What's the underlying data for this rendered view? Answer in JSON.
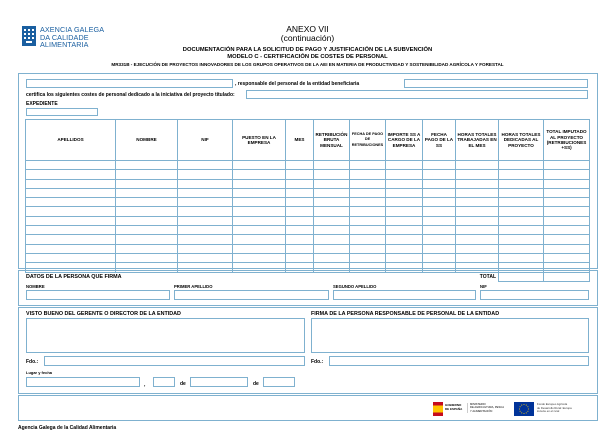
{
  "agency": {
    "line1": "AXENCIA GALEGA",
    "line2": "DA CALIDADE",
    "line3": "ALIMENTARIA"
  },
  "annex": {
    "title": "ANEXO VII",
    "subtitle": "(continuación)"
  },
  "heading": {
    "line1": "DOCUMENTACIÓN PARA LA SOLICITUD DE PAGO Y JUSTIFICACIÓN DE LA SUBVENCIÓN",
    "line2": "MODELO C - CERTIFICACIÓN DE COSTES DE PERSONAL",
    "line3": "MR331B - EJECUCIÓN DE PROYECTOS INNOVADORES DE LOS GRUPOS OPERATIVOS DE LA AEI EN MATERIA DE PRODUCTIVIDAD Y SOSTENIBILIDAD AGRÍCOLA Y FORESTAL"
  },
  "responsible_label": ", responsable del personal de la entidad beneficiaria",
  "certify_label": "certifica los siguientes costes de personal dedicado a la iniciativa del proyecto titulado:",
  "expediente_label": "EXPEDIENTE",
  "table": {
    "headers": [
      "APELLIDOS",
      "NOMBRE",
      "NIF",
      "PUESTO EN LA EMPRESA",
      "MES",
      "RETRIBUCIÓN BRUTA MENSUAL",
      "FECHA DE PAGO DE RETRIBUCIONES",
      "IMPORTE SS A CARGO DE LA EMPRESA",
      "FECHA PAGO DE LA SS",
      "HORAS TOTALES TRABAJADAS EN EL MES",
      "HORAS TOTALES DEDICADAS AL PROYECTO",
      "TOTAL IMPUTADO AL PROYECTO (RETRIBUCIONES +SS)"
    ],
    "rows": 12,
    "total_label": "TOTAL"
  },
  "signer": {
    "title": "DATOS DE LA PERSONA QUE FIRMA",
    "nombre": "NOMBRE",
    "primer": "PRIMER APELLIDO",
    "segundo": "SEGUNDO APELLIDO",
    "nif": "NIF"
  },
  "visto_bueno": "VISTO BUENO  DEL GERENTE O DIRECTOR DE LA ENTIDAD",
  "firma": "FIRMA DE LA PERSONA RESPONSABLE DE PERSONAL DE LA ENTIDAD",
  "fdo1": "Fdo.:",
  "fdo2": "Fdo.:",
  "lugar_fecha": "Lugar y fecha",
  "comma": ",",
  "de1": "de",
  "de2": "de",
  "emblem": {
    "l1": "GOBIERNO",
    "l2": "DE ESPAÑA",
    "m1": "MINISTERIO",
    "m2": "DE AGRICULTURA, PESCA",
    "m3": "Y ALIMENTACIÓN"
  },
  "eu": {
    "l1": "Fondo Europeo Agrícola",
    "l2": "de Desarrollo Rural: Europa",
    "l3": "invierte en el rural"
  },
  "footer": "Agencia Galega de la Calidad Alimentaria",
  "colors": {
    "field_border": "#7fb1cf",
    "brand_blue": "#1a5fa0",
    "eu_blue": "#003399",
    "eu_star": "#ffcc00",
    "spain_red": "#c60b1e",
    "spain_yellow": "#ffc400"
  }
}
